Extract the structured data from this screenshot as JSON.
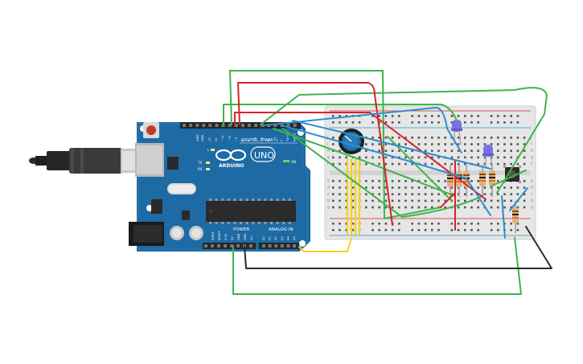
{
  "board": {
    "name": "UNO",
    "brand": "ARDUINO",
    "digital_label": "DIGITAL (PWM~)",
    "power_label": "POWER",
    "analog_label": "ANALOG IN",
    "on_label": "ON",
    "l_label": "L",
    "tx_label": "TX",
    "rx_label": "RX",
    "aref_label": "AREF",
    "gnd_label": "GND",
    "digital_pins": [
      "13",
      "12",
      "~11",
      "~10",
      "~9",
      "8",
      "7",
      "~6",
      "~5",
      "4",
      "~3",
      "2",
      "TX→1",
      "RX←0"
    ],
    "power_pins": [
      "IOREF",
      "RESET",
      "3.3V",
      "5V",
      "GND",
      "GND",
      "Vin"
    ],
    "analog_pins": [
      "A0",
      "A1",
      "A2",
      "A3",
      "A4",
      "A5"
    ]
  },
  "breadboard": {
    "row_letters_top": [
      "j",
      "i",
      "h",
      "g",
      "f"
    ],
    "row_letters_bottom": [
      "e",
      "d",
      "c",
      "b",
      "a"
    ]
  },
  "colors": {
    "board": "#1d6aa5",
    "board_dark": "#175a8e",
    "breadboard": "#e8e8e8",
    "wire_red": "#d8232a",
    "wire_green": "#3cb549",
    "wire_blue": "#2c8fce",
    "wire_yellow": "#f4d11c",
    "wire_black": "#2b2b2b",
    "led": "#7b6fe6"
  }
}
